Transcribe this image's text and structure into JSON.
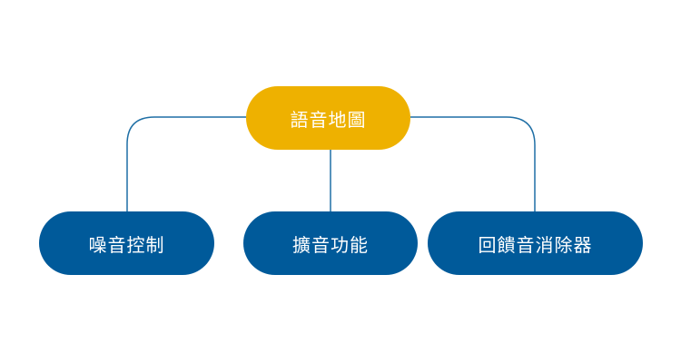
{
  "diagram": {
    "root": {
      "label": "語音地圖",
      "color": "#EEB100"
    },
    "children": [
      {
        "label": "噪音控制"
      },
      {
        "label": "擴音功能"
      },
      {
        "label": "回饋音消除器"
      }
    ],
    "child_color": "#005A9A",
    "connector_color": "#005A9A"
  }
}
